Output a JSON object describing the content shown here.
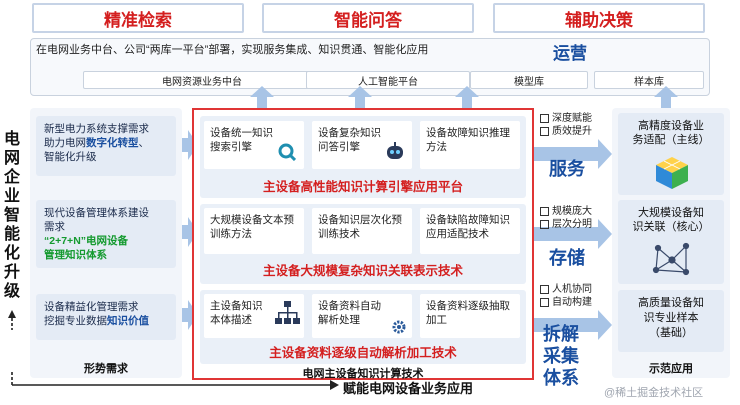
{
  "top_buttons": [
    "精准检索",
    "智能问答",
    "辅助决策"
  ],
  "ops": {
    "description": "在电网业务中台、公司“两库一平台”部署，实现服务集成、知识贯通、智能化应用",
    "label": "运营",
    "chips": [
      "电网资源业务中台",
      "人工智能平台",
      "模型库",
      "样本库"
    ]
  },
  "left_vertical_title": "电网企业智能化升级",
  "left": {
    "card1": {
      "line1": "新型电力系统支撑需求",
      "line2_pre": "助力电网",
      "line2_em": "数字化转型",
      "line2_post": "、",
      "line3": "智能化升级"
    },
    "card2": {
      "line1": "现代设备管理体系建设",
      "line2": "需求",
      "line3": "“2+7+N”电网设备",
      "line4": "管理知识体系"
    },
    "card3": {
      "line1": "设备精益化管理需求",
      "line2_pre": "挖掘专业数据",
      "line2_em": "知识价值"
    },
    "footer": "形势需求"
  },
  "center": {
    "layer1": {
      "cells": [
        "设备统一知识搜索引擎",
        "设备复杂知识问答引擎",
        "设备故障知识推理方法"
      ],
      "title": "主设备高性能知识计算引擎应用平台"
    },
    "layer2": {
      "cells": [
        "大规模设备文本预训练方法",
        "设备知识层次化预训练技术",
        "设备缺陷故障知识应用适配技术"
      ],
      "title": "主设备大规模复杂知识关联表示技术"
    },
    "layer3": {
      "cells": [
        "主设备知识本体描述",
        "设备资料自动解析处理",
        "设备资料逐级抽取加工"
      ],
      "title": "主设备资料逐级自动解析加工技术"
    },
    "footer": "电网主设备知识计算技术"
  },
  "middle_right": {
    "g1": {
      "tags": [
        "深度赋能",
        "质效提升"
      ],
      "word": "服务"
    },
    "g2": {
      "tags": [
        "规模庞大",
        "层次分明"
      ],
      "word": "存储"
    },
    "g3": {
      "tags": [
        "人机协同",
        "自动构建"
      ],
      "word": "拆解采集体系"
    }
  },
  "right": {
    "card1": [
      "高精度设备业",
      "务适配（主线）"
    ],
    "card2": [
      "大规模设备知",
      "识关联（核心）"
    ],
    "card3": [
      "高质量设备知",
      "识专业样本",
      "（基础）"
    ],
    "footer": "示范应用"
  },
  "bottom": {
    "label": "赋能电网设备业务应用",
    "watermark": "@稀土掘金技术社区"
  },
  "colors": {
    "accent_red": "#d41f1f",
    "accent_blue": "#1a4fa0",
    "accent_green": "#149a2f",
    "arrow": "#a8c4e6"
  }
}
